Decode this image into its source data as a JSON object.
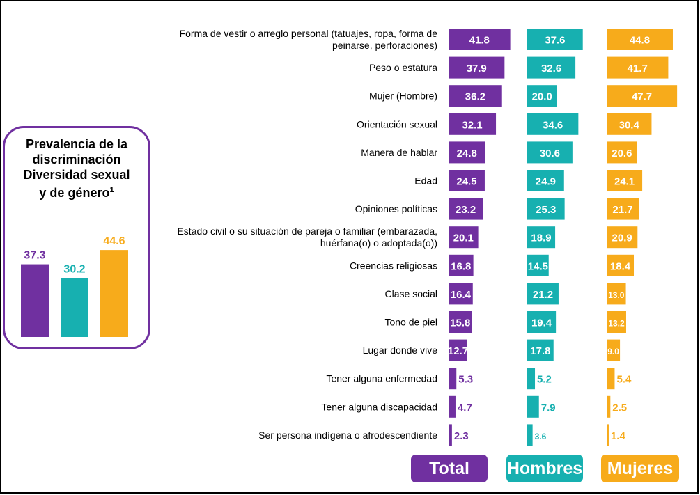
{
  "inset": {
    "title": "Prevalencia de la\ndiscriminación\nDiversidad sexual\ny de género",
    "footnote_mark": "1",
    "bars": [
      {
        "name": "Total",
        "value": 37.3,
        "label": "37.3"
      },
      {
        "name": "Hombres",
        "value": 30.2,
        "label": "30.2"
      },
      {
        "name": "Mujeres",
        "value": 44.6,
        "label": "44.6"
      }
    ]
  },
  "colors": {
    "total": "#7030a0",
    "hombres": "#17b0b0",
    "mujeres": "#f7ab1b"
  },
  "legend": {
    "total": "Total",
    "hombres": "Hombres",
    "mujeres": "Mujeres"
  },
  "chart_data": {
    "type": "bar",
    "orientation": "horizontal",
    "categories": [
      "Forma de vestir o arreglo personal (tatuajes, ropa, forma de\npeinarse, perforaciones)",
      "Peso o estatura",
      "Mujer (Hombre)",
      "Orientación sexual",
      "Manera de hablar",
      "Edad",
      "Opiniones políticas",
      "Estado civil o su situación de pareja o familiar (embarazada,\nhuérfana(o) o adoptada(o))",
      "Creencias religiosas",
      "Clase social",
      "Tono de piel",
      "Lugar donde vive",
      "Tener alguna enfermedad",
      "Tener alguna discapacidad",
      "Ser persona indígena o afrodescendiente"
    ],
    "series": [
      {
        "name": "Total",
        "values": [
          41.8,
          37.9,
          36.2,
          32.1,
          24.8,
          24.5,
          23.2,
          20.1,
          16.8,
          16.4,
          15.8,
          12.7,
          5.3,
          4.7,
          2.3
        ]
      },
      {
        "name": "Hombres",
        "values": [
          37.6,
          32.6,
          20.0,
          34.6,
          30.6,
          24.9,
          25.3,
          18.9,
          14.5,
          21.2,
          19.4,
          17.8,
          5.2,
          7.9,
          3.6
        ]
      },
      {
        "name": "Mujeres",
        "values": [
          44.8,
          41.7,
          47.7,
          30.4,
          20.6,
          24.1,
          21.7,
          20.9,
          18.4,
          13.0,
          13.2,
          9.0,
          5.4,
          2.5,
          1.4
        ]
      }
    ],
    "labels": [
      [
        "41.8",
        "37.9",
        "36.2",
        "32.1",
        "24.8",
        "24.5",
        "23.2",
        "20.1",
        "16.8",
        "16.4",
        "15.8",
        "12.7",
        "5.3",
        "4.7",
        "2.3"
      ],
      [
        "37.6",
        "32.6",
        "20.0",
        "34.6",
        "30.6",
        "24.9",
        "25.3",
        "18.9",
        "14.5",
        "21.2",
        "19.4",
        "17.8",
        "5.2",
        "7.9",
        "3.6"
      ],
      [
        "44.8",
        "41.7",
        "47.7",
        "30.4",
        "20.6",
        "24.1",
        "21.7",
        "20.9",
        "18.4",
        "13.0",
        "13.2",
        "9.0",
        "5.4",
        "2.5",
        "1.4"
      ]
    ],
    "legend_position": "bottom",
    "grid": false
  }
}
